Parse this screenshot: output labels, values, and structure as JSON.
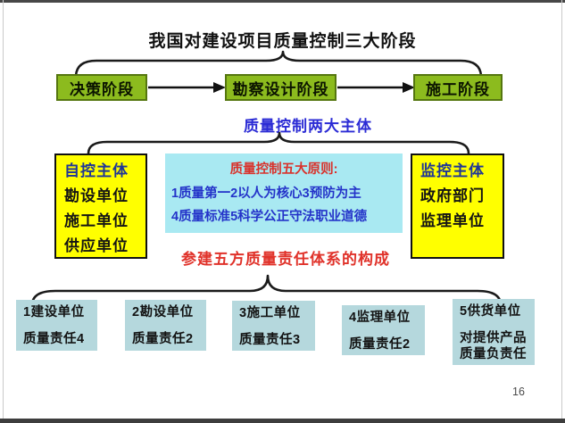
{
  "slide": {
    "title": "我国对建设项目质量控制三大阶段",
    "page_number": "16",
    "stages": {
      "items": [
        {
          "label": "决策阶段"
        },
        {
          "label": "勘察设计阶段"
        },
        {
          "label": "施工阶段"
        }
      ]
    },
    "two_subjects": {
      "heading": "质量控制两大主体",
      "self_control": {
        "role": "自控主体",
        "units": [
          "勘设单位",
          "施工单位",
          "供应单位"
        ]
      },
      "supervision": {
        "role": "监控主体",
        "units": [
          "政府部门",
          "监理单位"
        ]
      }
    },
    "five_principles": {
      "title": "质量控制五大原则:",
      "lines": [
        "1质量第一2以人为核心3预防为主",
        "4质量标准5科学公正守法职业道德"
      ]
    },
    "five_parties": {
      "heading": "参建五方质量责任体系的构成",
      "items": [
        {
          "lines": [
            "1建设单位",
            "质量责任4"
          ]
        },
        {
          "lines": [
            "2勘设单位",
            "质量责任2"
          ]
        },
        {
          "lines": [
            "3施工单位",
            "质量责任3"
          ]
        },
        {
          "lines": [
            "4监理单位",
            "质量责任2"
          ]
        },
        {
          "lines": [
            "5供货单位",
            "对提供产品",
            "质量负责任"
          ]
        }
      ]
    },
    "colors": {
      "stage_fill": "#8CBB1E",
      "stage_border": "#55760F",
      "subject_fill": "#FFFF00",
      "principles_fill": "#A9E9F2",
      "party_fill": "#B5D8DD",
      "heading_blue": "#2B2BD5",
      "role_navy": "#1F3697",
      "heading_red": "#E0322A",
      "principles_title_red": "#D9322B",
      "principles_text_blue": "#2433C9"
    }
  }
}
